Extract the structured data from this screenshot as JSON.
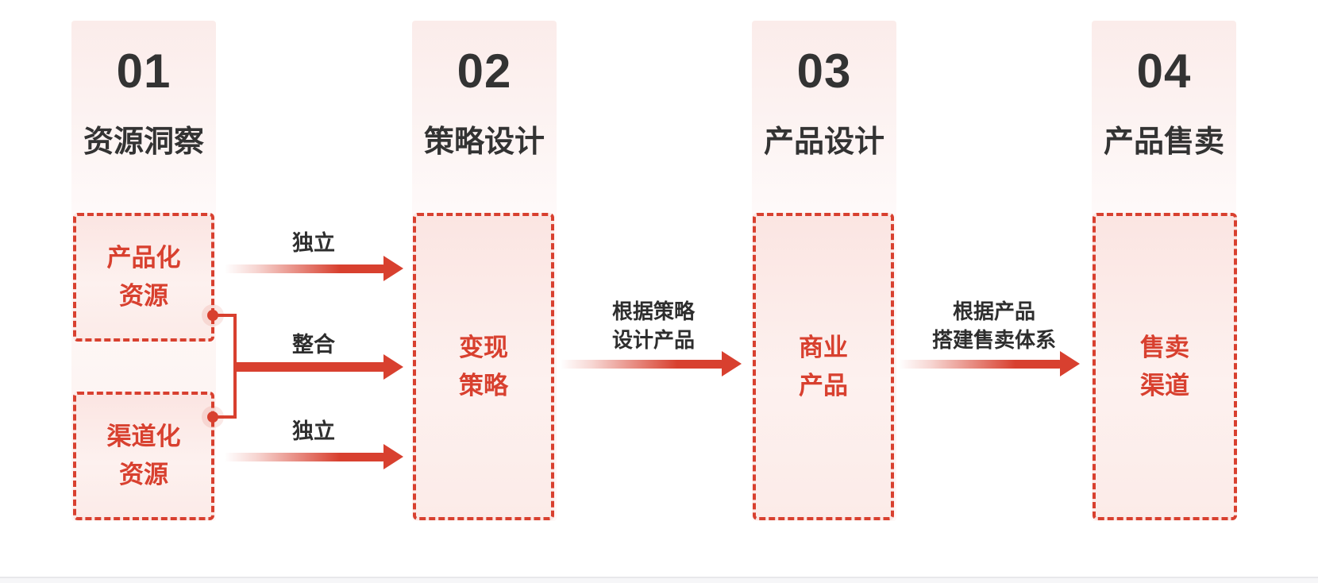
{
  "meta": {
    "accent_red": "#d8402f",
    "dark_text": "#333333",
    "band_pink": "#fbecea",
    "box_fill_pink": "#fbe5e2"
  },
  "columns": [
    {
      "number": "01",
      "title": "资源洞察",
      "boxes": [
        {
          "line1": "产品化",
          "line2": "资源"
        },
        {
          "line1": "渠道化",
          "line2": "资源"
        }
      ]
    },
    {
      "number": "02",
      "title": "策略设计",
      "boxes": [
        {
          "line1": "变现",
          "line2": "策略"
        }
      ]
    },
    {
      "number": "03",
      "title": "产品设计",
      "boxes": [
        {
          "line1": "商业",
          "line2": "产品"
        }
      ]
    },
    {
      "number": "04",
      "title": "产品售卖",
      "boxes": [
        {
          "line1": "售卖",
          "line2": "渠道"
        }
      ]
    }
  ],
  "arrows": {
    "stage1": [
      {
        "label": "独立",
        "style": "gradient"
      },
      {
        "label": "整合",
        "style": "solid"
      },
      {
        "label": "独立",
        "style": "gradient"
      }
    ],
    "stage2": {
      "line1": "根据策略",
      "line2": "设计产品"
    },
    "stage3": {
      "line1": "根据产品",
      "line2": "搭建售卖体系"
    }
  }
}
